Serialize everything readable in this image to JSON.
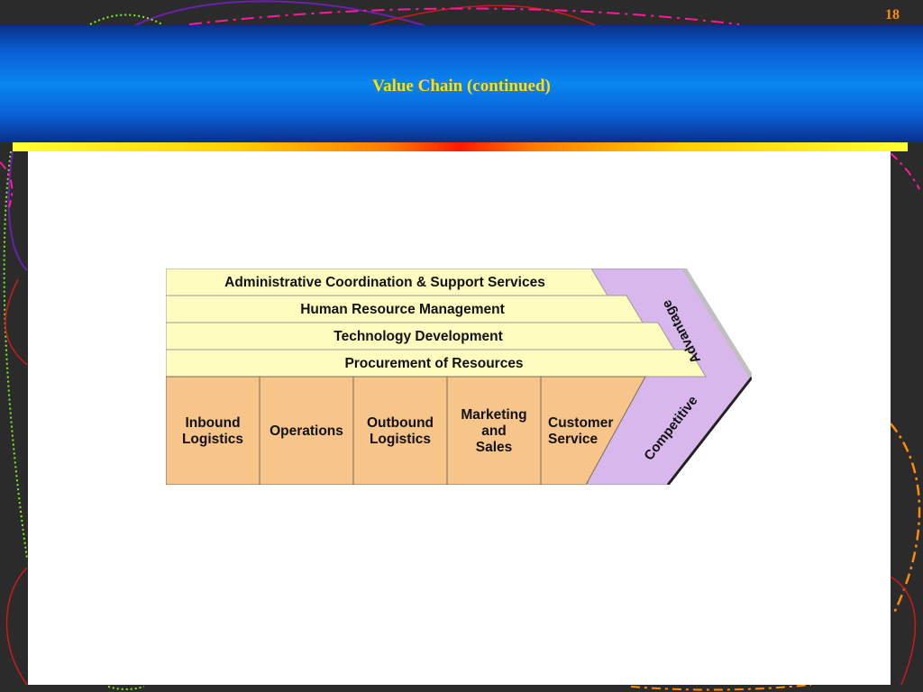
{
  "slide": {
    "title": "Value Chain (continued)",
    "number": "18"
  },
  "diagram": {
    "support_activities": [
      "Administrative Coordination & Support Services",
      "Human Resource Management",
      "Technology Development",
      "Procurement of Resources"
    ],
    "primary_activities": [
      [
        "Inbound",
        "Logistics"
      ],
      [
        "Operations"
      ],
      [
        "Outbound",
        "Logistics"
      ],
      [
        "Marketing",
        "and",
        "Sales"
      ],
      [
        "Customer",
        "Service"
      ]
    ],
    "arrow_label_top": "Advantage",
    "arrow_label_bottom": "Competitive",
    "colors": {
      "support_fill": "#fffcc0",
      "primary_fill": "#f7c58a",
      "arrow_fill": "#d8b8ec"
    }
  }
}
